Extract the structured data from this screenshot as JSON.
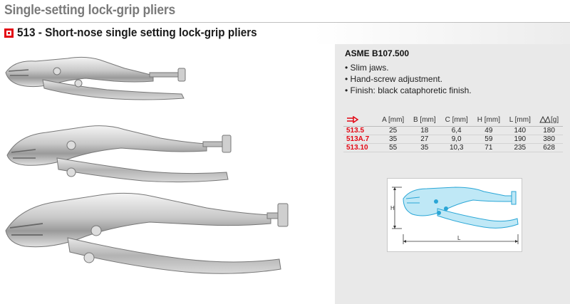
{
  "header": {
    "title": "Single-setting lock-grip pliers"
  },
  "product": {
    "title": "513 - Short-nose single setting lock-grip pliers"
  },
  "specs": {
    "standard": "ASME B107.500",
    "features": [
      "Slim jaws.",
      "Hand-screw adjustment.",
      "Finish: black cataphoretic finish."
    ]
  },
  "table": {
    "columns": [
      "A [mm]",
      "B [mm]",
      "C [mm]",
      "H [mm]",
      "L [mm]",
      "[g]"
    ],
    "rows": [
      {
        "ref": "513.5",
        "a": "25",
        "b": "18",
        "c": "6,4",
        "h": "49",
        "l": "140",
        "g": "180"
      },
      {
        "ref": "513A.7",
        "a": "35",
        "b": "27",
        "c": "9,0",
        "h": "59",
        "l": "190",
        "g": "380"
      },
      {
        "ref": "513.10",
        "a": "55",
        "b": "35",
        "c": "10,3",
        "h": "71",
        "l": "235",
        "g": "628"
      }
    ]
  },
  "diagram": {
    "h_label": "H",
    "l_label": "L"
  },
  "colors": {
    "accent": "#e30613",
    "panel": "#e9e9e9",
    "diagram_fill": "#bfe8f6",
    "diagram_stroke": "#2aa6d6"
  },
  "icons": {
    "ref_column": "wrench-ref-icon",
    "weight_column": "weight-icon"
  }
}
